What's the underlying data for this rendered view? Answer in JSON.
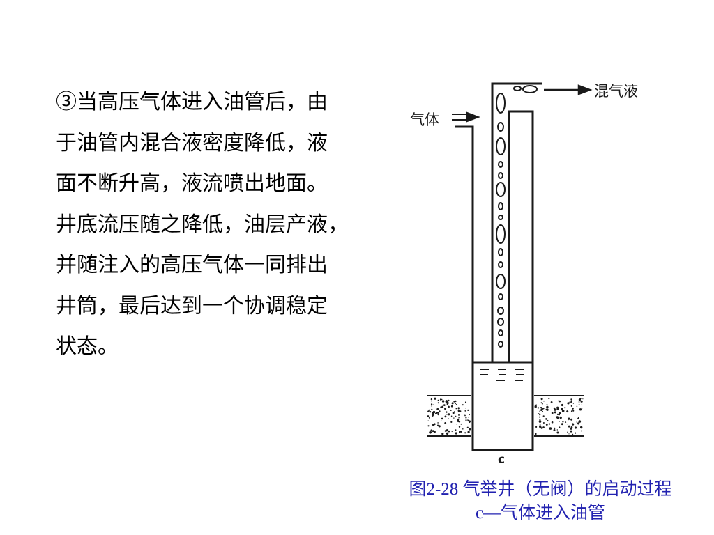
{
  "text_lines": [
    "③当高压气体进入油管后，由",
    "于油管内混合液密度降低，液",
    "面不断升高，液流喷出地面。",
    "井底流压随之降低，油层产液，",
    "并随注入的高压气体一同排出",
    "井筒，最后达到一个协调稳定",
    "状态。"
  ],
  "diagram": {
    "label_gas_in": "气体",
    "label_outflow": "混气液",
    "label_c": "c"
  },
  "caption": {
    "line1": "图2-28 气举井（无阀）的启动过程",
    "line2": "c—气体进入油管"
  },
  "colors": {
    "text": "#000000",
    "caption": "#2222b0",
    "drawing": "#1a1a1a"
  }
}
